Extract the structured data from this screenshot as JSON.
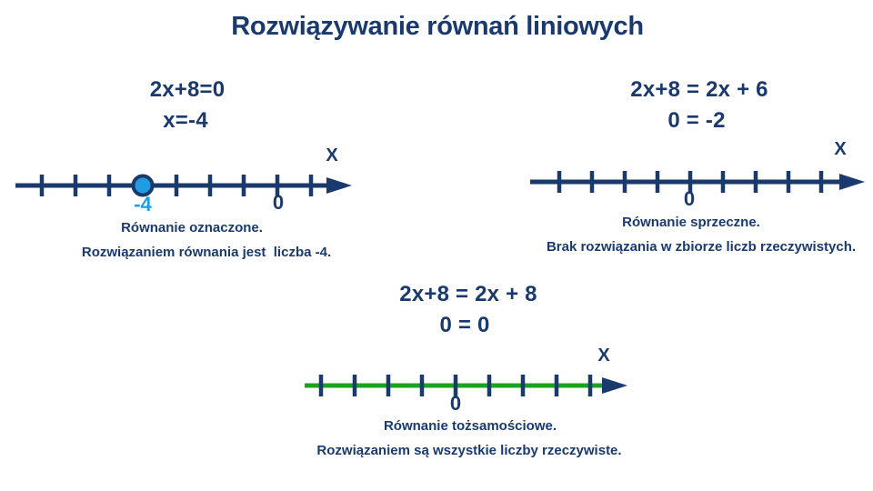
{
  "title": "Rozwiązywanie równań liniowych",
  "colors": {
    "navy": "#1a3a6e",
    "blue": "#1f9de2",
    "green": "#21a121",
    "bg": "#ffffff"
  },
  "panels": {
    "determinate": {
      "equation_line1": "2x+8=0",
      "equation_line2": "x=-4",
      "axis_label": "X",
      "point_label": "-4",
      "zero_label": "0",
      "caption_line1": "Równanie oznaczone.",
      "caption_line2": "Rozwiązaniem równania jest  liczba -4."
    },
    "contradictory": {
      "equation_line1": "2x+8 = 2x + 6",
      "equation_line2": "0 = -2",
      "axis_label": "X",
      "zero_label": "0",
      "caption_line1": "Równanie sprzeczne.",
      "caption_line2": "Brak rozwiązania w zbiorze liczb rzeczywistych."
    },
    "identity": {
      "equation_line1": "2x+8 = 2x + 8",
      "equation_line2": "0 = 0",
      "axis_label": "X",
      "zero_label": "0",
      "caption_line1": "Równanie tożsamościowe.",
      "caption_line2": "Rozwiązaniem są wszystkie liczby rzeczywiste."
    }
  },
  "numberlines": {
    "determinate": {
      "ticks": 9,
      "zero_tick_index": 8,
      "point_tick_index": 4,
      "point_value": -4,
      "line_color": "navy"
    },
    "contradictory": {
      "ticks": 9,
      "zero_tick_index": 5,
      "line_color": "navy"
    },
    "identity": {
      "ticks": 9,
      "zero_tick_index": 5,
      "line_color": "green"
    }
  }
}
